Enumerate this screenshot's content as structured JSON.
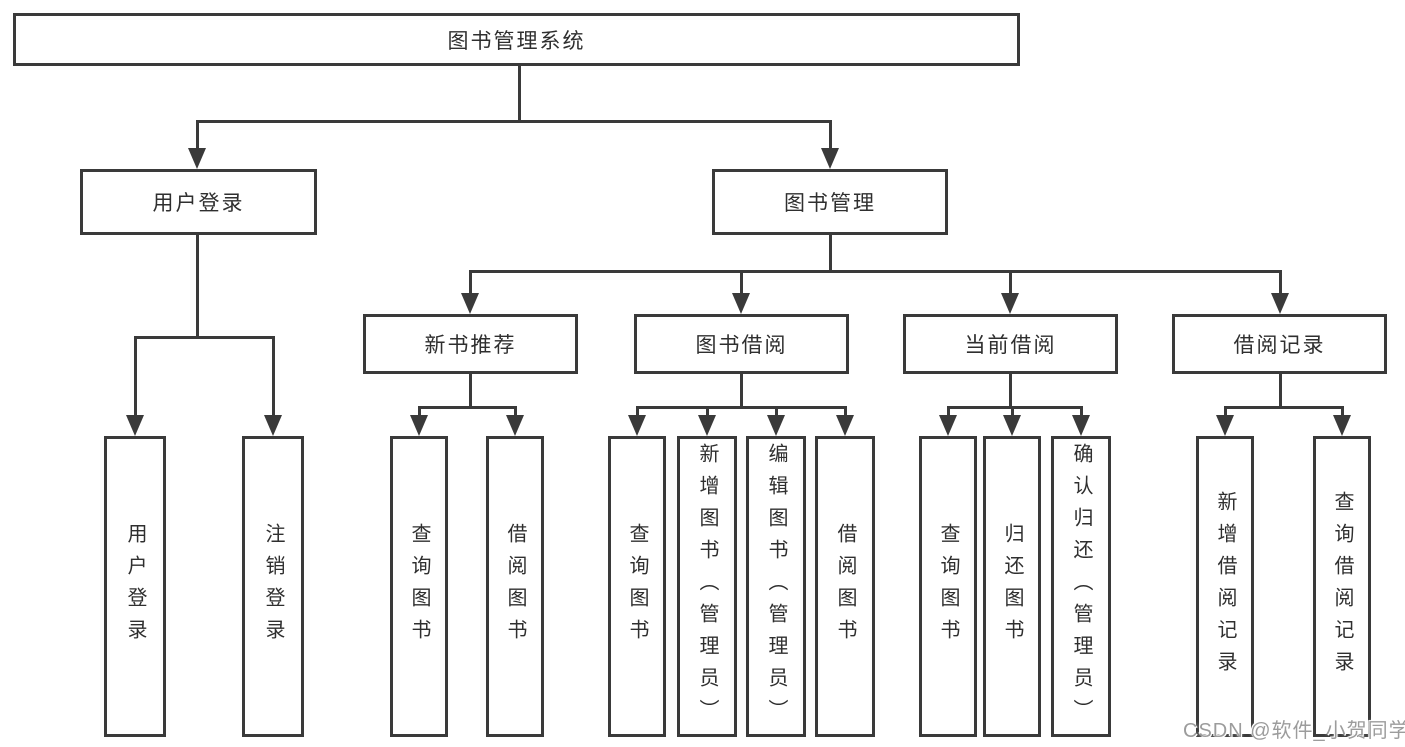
{
  "diagram": {
    "root": {
      "label": "图书管理系统"
    },
    "branches": [
      {
        "label": "用户登录",
        "children": [
          {
            "label": "用户登录"
          },
          {
            "label": "注销登录"
          }
        ]
      },
      {
        "label": "图书管理",
        "children": [
          {
            "label": "新书推荐",
            "children": [
              {
                "label": "查询图书"
              },
              {
                "label": "借阅图书"
              }
            ]
          },
          {
            "label": "图书借阅",
            "children": [
              {
                "label": "查询图书"
              },
              {
                "label": "新增图书（管理员）"
              },
              {
                "label": "编辑图书（管理员）"
              },
              {
                "label": "借阅图书"
              }
            ]
          },
          {
            "label": "当前借阅",
            "children": [
              {
                "label": "查询图书"
              },
              {
                "label": "归还图书"
              },
              {
                "label": "确认归还（管理员）"
              }
            ]
          },
          {
            "label": "借阅记录",
            "children": [
              {
                "label": "新增借阅记录"
              },
              {
                "label": "查询借阅记录"
              }
            ]
          }
        ]
      }
    ],
    "colors": {
      "line": "#3a3a3a",
      "box_border": "#3a3a3a",
      "background": "#ffffff",
      "watermark": "#9c9c9c"
    }
  },
  "watermark": {
    "text": "CSDN @软件_小贺同学"
  }
}
